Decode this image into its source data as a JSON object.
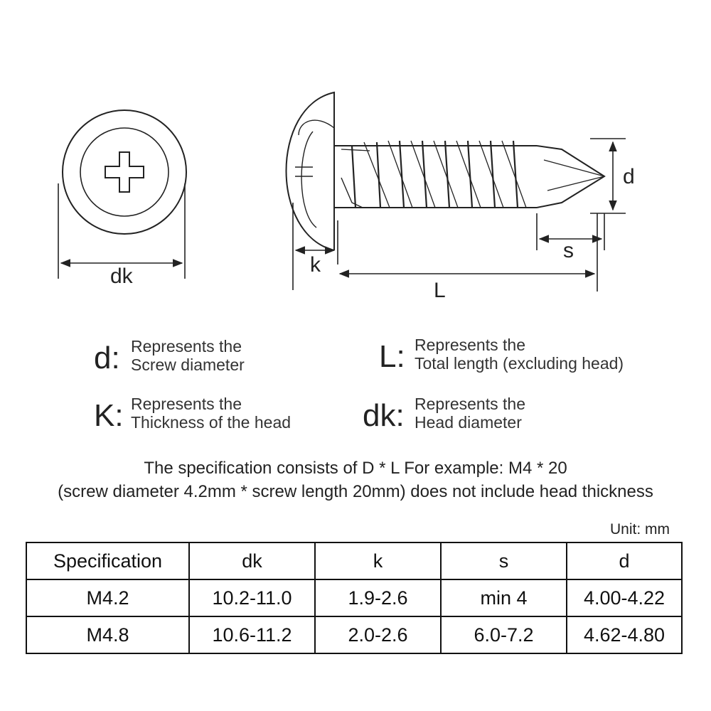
{
  "diagram": {
    "labels": {
      "dk": "dk",
      "k": "k",
      "L": "L",
      "s": "s",
      "d": "d"
    }
  },
  "legend": [
    {
      "symbol": "d:",
      "line1": "Represents the",
      "line2": "Screw diameter"
    },
    {
      "symbol": "L:",
      "line1": "Represents the",
      "line2": "Total length (excluding head)"
    },
    {
      "symbol": "K:",
      "line1": "Represents the",
      "line2": "Thickness of the head"
    },
    {
      "symbol": "dk:",
      "line1": "Represents the",
      "line2": "Head diameter"
    }
  ],
  "spec_note": {
    "line1": "The specification consists of D * L  For example: M4 * 20",
    "line2": "(screw diameter 4.2mm * screw length 20mm) does not include head thickness"
  },
  "unit": "Unit: mm",
  "table": {
    "headers": [
      "Specification",
      "dk",
      "k",
      "s",
      "d"
    ],
    "rows": [
      [
        "M4.2",
        "10.2-11.0",
        "1.9-2.6",
        "min 4",
        "4.00-4.22"
      ],
      [
        "M4.8",
        "10.6-11.2",
        "2.0-2.6",
        "6.0-7.2",
        "4.62-4.80"
      ]
    ]
  }
}
